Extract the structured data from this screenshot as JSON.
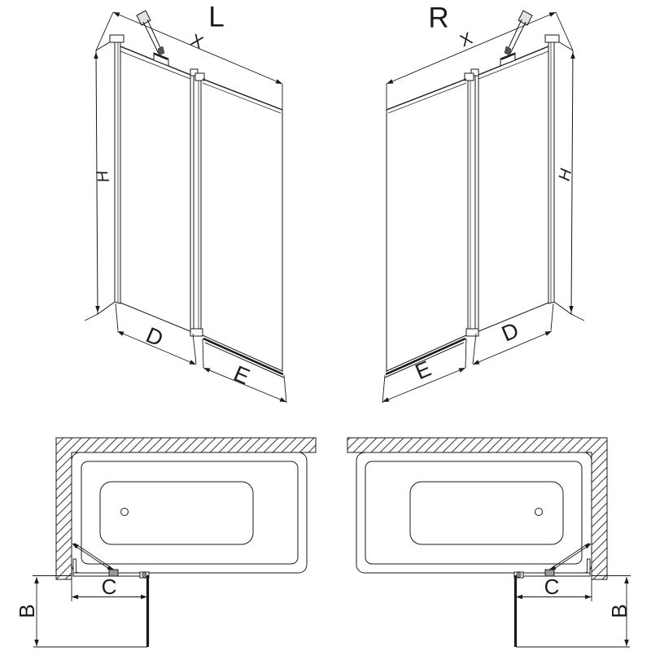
{
  "description": "Technical dimension diagram of a two-panel folding bath screen (fixed panel + pivot door) shown in left-handed (L) and right-handed (R) versions; top: perspective elevation views, bottom: plan views of bathtub with screen door swung open",
  "colors": {
    "background": "#ffffff",
    "line": "#1a1a1a",
    "hatch": "#3a3a3a",
    "bracket_fill": "#e2e2e2",
    "arm_block_fill": "#999999"
  },
  "labels": {
    "view_left": "L",
    "view_right": "R",
    "x_left": "X",
    "x_right": "X",
    "h_left": "H",
    "h_right": "H",
    "d_left": "D",
    "d_right": "D",
    "e_left": "E",
    "e_right": "E",
    "c_left": "C",
    "c_right": "C",
    "b_left": "B",
    "b_right": "B"
  }
}
